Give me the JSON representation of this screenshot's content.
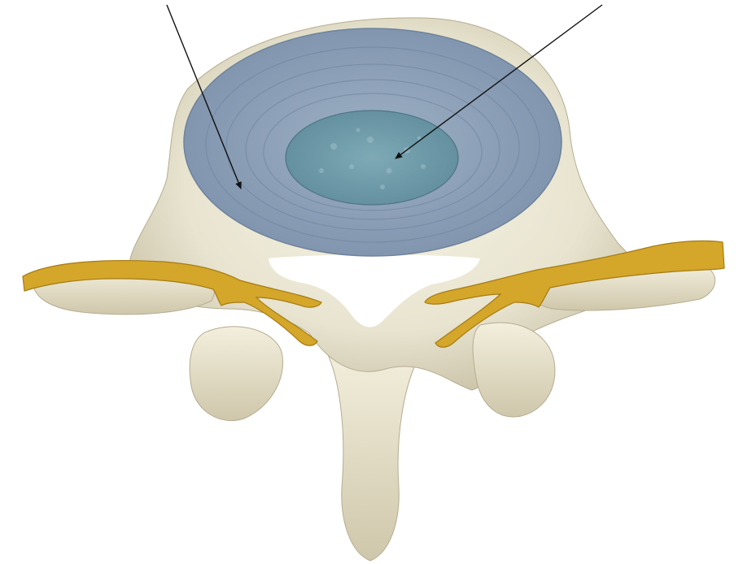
{
  "diagram": {
    "subject": "vertebra-with-intervertebral-disc-top-view",
    "labels": [],
    "callouts": [
      {
        "id": "annulus-fibrosus-pointer",
        "target": "annulus-fibrosus"
      },
      {
        "id": "nucleus-pulposus-pointer",
        "target": "nucleus-pulposus"
      }
    ],
    "colors": {
      "background": "#ffffff",
      "bone": "#e8e4d0",
      "bone_shadow": "#bdb59a",
      "bone_highlight": "#f6f3e4",
      "annulus": "#8d9fb6",
      "annulus_ring": "#6e829c",
      "nucleus": "#6f9aa8",
      "nerve": "#d4a62a",
      "nerve_edge": "#a67c12",
      "arrow": "#111111"
    }
  }
}
